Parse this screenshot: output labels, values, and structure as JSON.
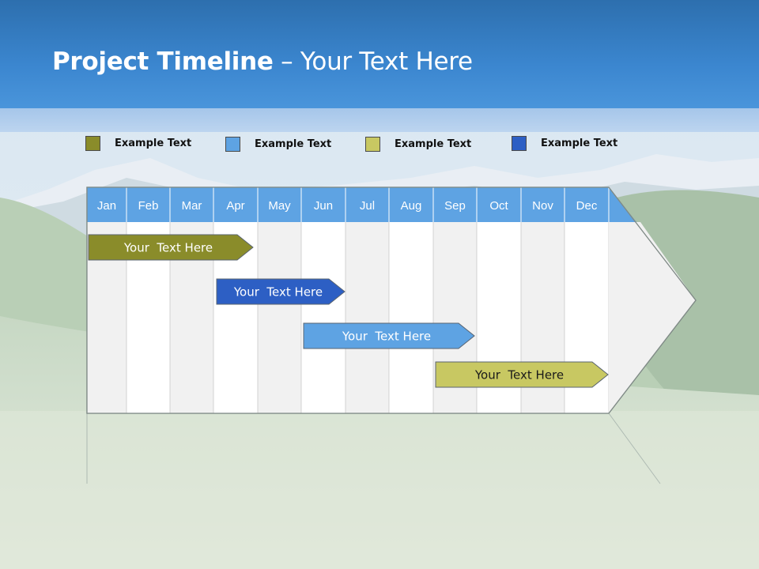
{
  "title": {
    "bold": "Project Timeline",
    "rest": " – Your Text Here"
  },
  "legend": [
    {
      "label": "Example Text",
      "color": "#8a8c2a"
    },
    {
      "label": "Example Text",
      "color": "#5ea3e3"
    },
    {
      "label": "Example Text",
      "color": "#c8c862"
    },
    {
      "label": "Example Text",
      "color": "#2d5fc4"
    }
  ],
  "months": [
    "Jan",
    "Feb",
    "Mar",
    "Apr",
    "May",
    "Jun",
    "Jul",
    "Aug",
    "Sep",
    "Oct",
    "Nov",
    "Dec"
  ],
  "tasks": [
    {
      "label": "Your  Text Here",
      "color": "#8a8c2a",
      "text_color": "#ffffff"
    },
    {
      "label": "Your  Text Here",
      "color": "#2d5fc4",
      "text_color": "#ffffff"
    },
    {
      "label": "Your  Text Here",
      "color": "#5ea3e3",
      "text_color": "#ffffff"
    },
    {
      "label": "Your  Text Here",
      "color": "#c8c862",
      "text_color": "#1a1a1a"
    }
  ],
  "colors": {
    "header": "#3b86cf",
    "month_band": "#5ea3e3"
  }
}
